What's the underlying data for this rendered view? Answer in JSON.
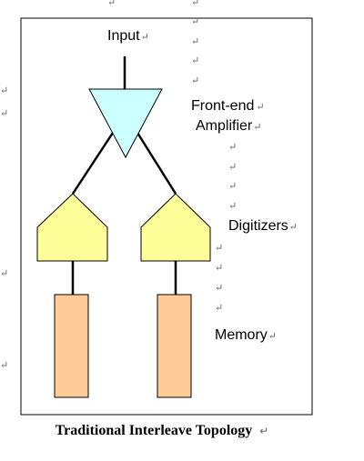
{
  "labels": {
    "input": "Input",
    "amplifier_line1": "Front-end",
    "amplifier_line2": "Amplifier",
    "digitizers": "Digitizers",
    "memory": "Memory"
  },
  "caption": "Traditional Interleave Topology",
  "return_mark": "↵",
  "colors": {
    "amplifier_fill": "#ccffff",
    "digitizer_fill": "#ffff99",
    "memory_fill": "#ffcc99",
    "frame_stroke": "#000000"
  }
}
